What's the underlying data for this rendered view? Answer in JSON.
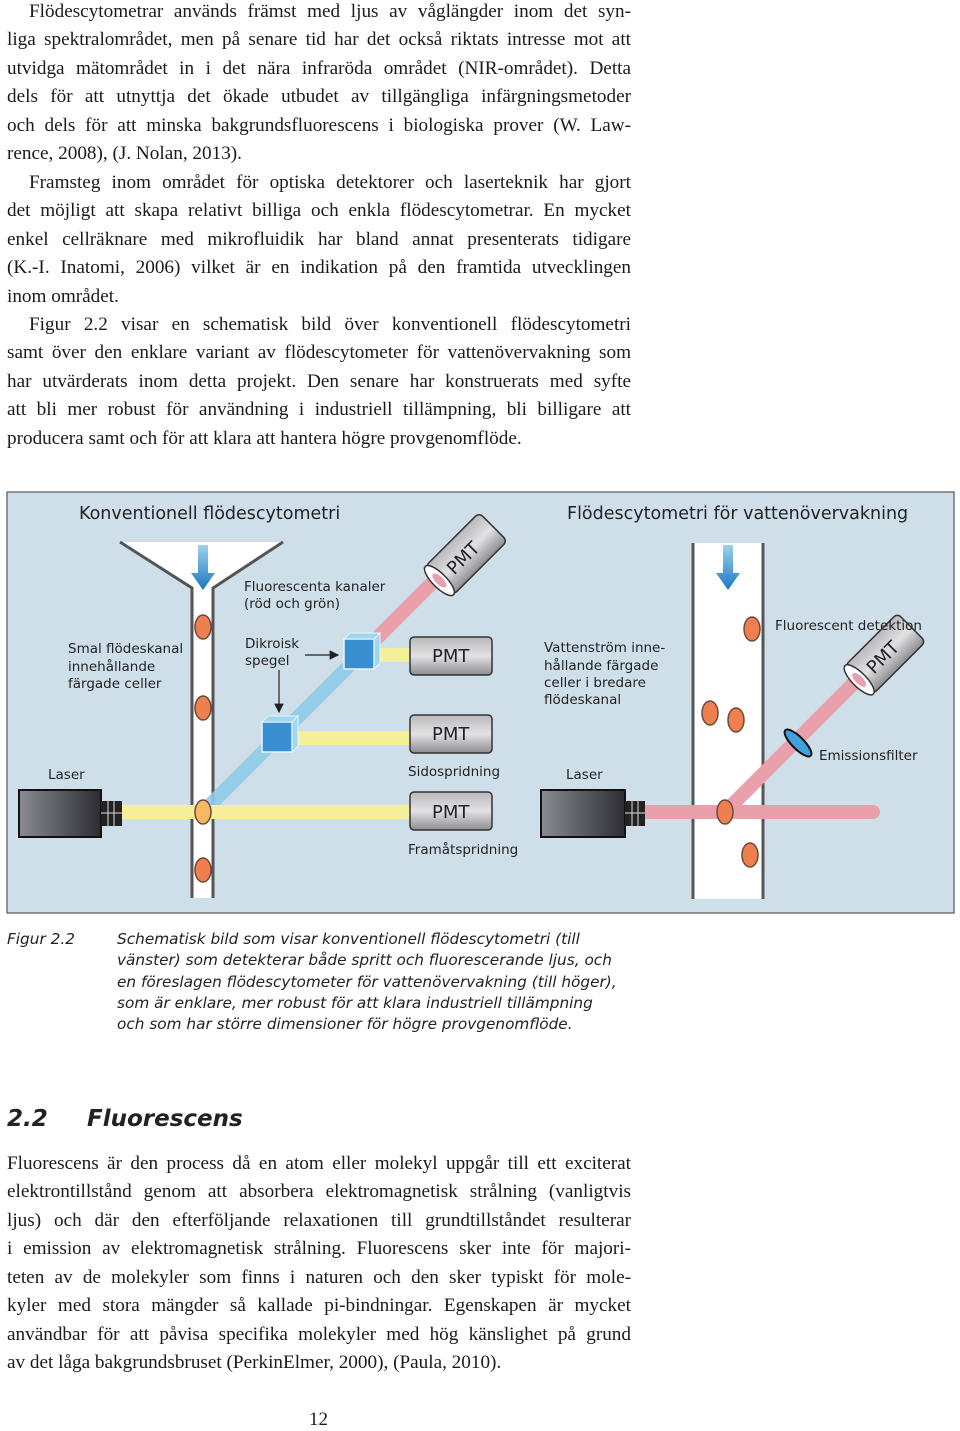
{
  "paragraph1": [
    "Flödescytometrar används främst med ljus av våglängder inom det syn-",
    "liga spektralområdet, men på senare tid har det också riktats intresse mot att",
    "utvidga mätområdet in i det nära infraröda området (NIR-området). Detta",
    "dels för att utnyttja det ökade utbudet av tillgängliga infärgningsmetoder",
    "och dels för att minska bakgrundsfluorescens i biologiska prover (W. Law-",
    "rence, 2008), (J. Nolan, 2013).",
    "Framsteg inom området för optiska detektorer och laserteknik har gjort",
    "det möjligt att skapa relativt billiga och enkla flödescytometrar. En mycket",
    "enkel cellräknare med mikrofluidik har bland annat presenterats tidigare",
    "(K.-I. Inatomi, 2006) vilket är en indikation på den framtida utvecklingen",
    "inom området.",
    "Figur 2.2 visar en schematisk bild över konventionell flödescytometri",
    "samt över den enklare variant av flödescytometer för vattenövervakning som",
    "har utvärderats inom detta projekt. Den senare har konstruerats med syfte",
    "att bli mer robust för användning i industriell tillämpning, bli billigare att",
    "producera samt och för att klara att hantera högre provgenomflöde."
  ],
  "figure": {
    "left_title": "Konventionell flödescytometri",
    "right_title": "Flödescytometri för vattenövervakning",
    "fluor_channels": [
      "Fluorescenta kanaler",
      "(röd och grön)"
    ],
    "dichroic": [
      "Dikroisk",
      "spegel"
    ],
    "narrow_channel": [
      "Smal flödeskanal",
      "innehållande",
      "färgade celler"
    ],
    "laser": "Laser",
    "pmt": "PMT",
    "side_scatter": "Sidospridning",
    "forward_scatter": "Framåtspridning",
    "water_stream": [
      "Vattenström inne-",
      "hållande färgade",
      "celler i bredare",
      "flödeskanal"
    ],
    "fluor_detection": "Fluorescent detektion",
    "emission_filter": "Emissionsfilter",
    "colors": {
      "background": "#cfdfe9",
      "cell": "#f07f50",
      "yellow_beam": "#f5ef9a",
      "pink_beam": "#eaa0ab",
      "blue_beam": "#8fcbe8",
      "arrow": "#1a78c2"
    }
  },
  "caption": {
    "label": "Figur 2.2",
    "lines": [
      "Schematisk bild som visar konventionell flödescytometri (till",
      "vänster) som detekterar både spritt och fluorescerande ljus, och",
      "en föreslagen flödescytometer för vattenövervakning (till höger),",
      "som är enklare, mer robust för att klara industriell tillämpning",
      "och som har större dimensioner för högre provgenomflöde."
    ]
  },
  "section": {
    "number": "2.2",
    "title": "Fluorescens"
  },
  "paragraph2": [
    "Fluorescens är den process då en atom eller molekyl uppgår till ett exciterat",
    "elektrontillstånd genom att absorbera elektromagnetisk strålning (vanligtvis",
    "ljus) och där den efterföljande relaxationen till grundtillståndet resulterar",
    "i emission av elektromagnetisk strålning. Fluorescens sker inte för majori-",
    "teten av de molekyler som finns i naturen och den sker typiskt för mole-",
    "kyler med stora mängder så kallade pi-bindningar. Egenskapen är mycket",
    "användbar för att påvisa specifika molekyler med hög känslighet på grund",
    "av det låga bakgrundsbruset (PerkinElmer, 2000), (Paula, 2010)."
  ],
  "page_number": "12"
}
